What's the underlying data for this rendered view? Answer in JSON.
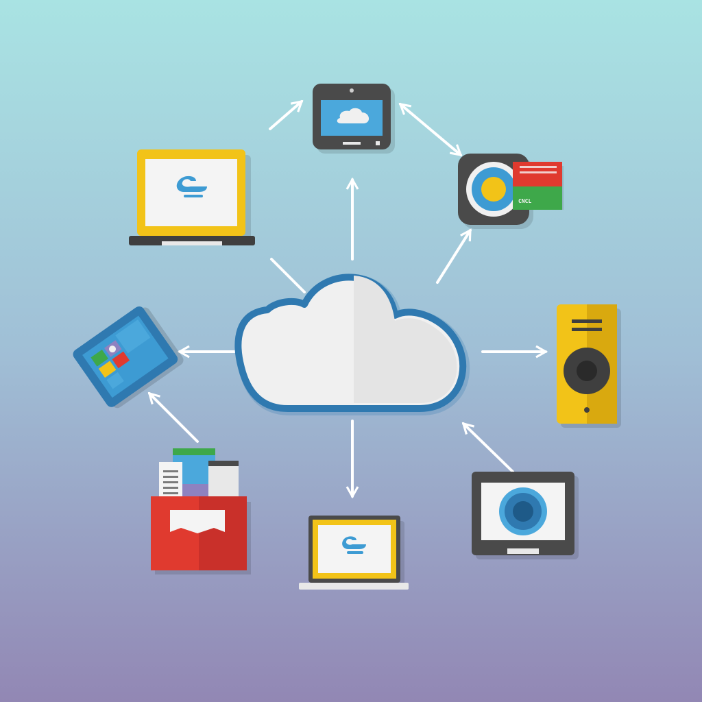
{
  "diagram": {
    "central_node": {
      "icon": "cloud-icon"
    },
    "nodes": [
      {
        "id": "tablet-top",
        "icon": "tablet-icon",
        "screen_icon": "cloud-icon"
      },
      {
        "id": "laptop-top-left",
        "icon": "laptop-icon",
        "screen_icon": "cloud-logo-icon"
      },
      {
        "id": "camera-card",
        "icon": "camera-lens-icon",
        "card_text": "CNCL"
      },
      {
        "id": "speaker",
        "icon": "speaker-icon"
      },
      {
        "id": "monitor",
        "icon": "monitor-icon",
        "screen_icon": "lens-icon"
      },
      {
        "id": "laptop-bottom",
        "icon": "laptop-icon",
        "screen_icon": "cloud-logo-icon"
      },
      {
        "id": "folder",
        "icon": "folder-icon"
      },
      {
        "id": "tablet-left",
        "icon": "tablet-app-grid-icon"
      }
    ],
    "connections": [
      {
        "from": "cloud",
        "to": "tablet-top",
        "direction": "outgoing"
      },
      {
        "from": "cloud",
        "to": "laptop-top-left",
        "direction": "outgoing"
      },
      {
        "from": "cloud",
        "to": "camera-card",
        "direction": "outgoing"
      },
      {
        "from": "tablet-top",
        "to": "camera-card",
        "direction": "bidirectional"
      },
      {
        "from": "laptop-top-left",
        "to": "tablet-top",
        "direction": "outgoing"
      },
      {
        "from": "cloud",
        "to": "speaker",
        "direction": "outgoing"
      },
      {
        "from": "monitor",
        "to": "cloud",
        "direction": "incoming"
      },
      {
        "from": "cloud",
        "to": "laptop-bottom",
        "direction": "outgoing"
      },
      {
        "from": "folder",
        "to": "tablet-left",
        "direction": "outgoing"
      },
      {
        "from": "cloud",
        "to": "tablet-left",
        "direction": "outgoing"
      }
    ]
  },
  "colors": {
    "background_top": "#a9e3e3",
    "background_bottom": "#9287b4",
    "cloud_fill": "#f0f0f0",
    "cloud_stroke": "#2f79b0",
    "accent_yellow": "#f2c318",
    "accent_blue": "#3d9bd3",
    "accent_red": "#e03a2f",
    "accent_green": "#3ea84a",
    "device_dark": "#4a4a4a",
    "arrow": "#ffffff"
  }
}
